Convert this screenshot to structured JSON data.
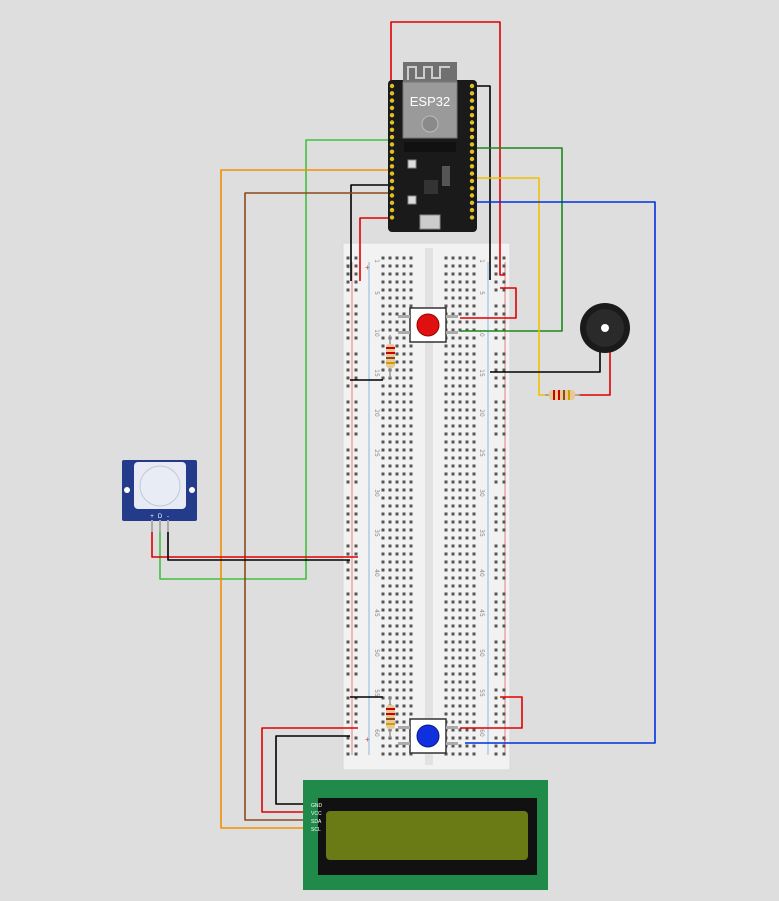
{
  "esp32": {
    "label": "ESP32",
    "board_color": "#1a1a1a",
    "module_color": "#8a8a8a",
    "pin_color": "#e0c020"
  },
  "breadboard": {
    "row_numbers": [
      "1",
      "5",
      "10",
      "15",
      "20",
      "25",
      "30",
      "35",
      "40",
      "45",
      "50",
      "55",
      "60"
    ],
    "rail_plus": "+",
    "rail_minus": "-",
    "body_color": "#f2f2f2"
  },
  "lcd": {
    "pins": [
      "GND",
      "VCC",
      "SDA",
      "SCL"
    ],
    "pcb_color": "#1f8a4a",
    "screen_color": "#6a7a14"
  },
  "pir": {
    "pins": [
      "+",
      "D",
      "-"
    ],
    "pcb_color": "#243b8c"
  },
  "buttons": {
    "top_color": "#e01010",
    "bottom_color": "#1030e0"
  },
  "wire_colors": {
    "red": "#e00000",
    "black": "#000000",
    "green": "#1a8a1a",
    "light_green": "#40c040",
    "yellow": "#f0c000",
    "orange": "#f09000",
    "brown": "#8a4a1a",
    "blue": "#0030e0"
  }
}
